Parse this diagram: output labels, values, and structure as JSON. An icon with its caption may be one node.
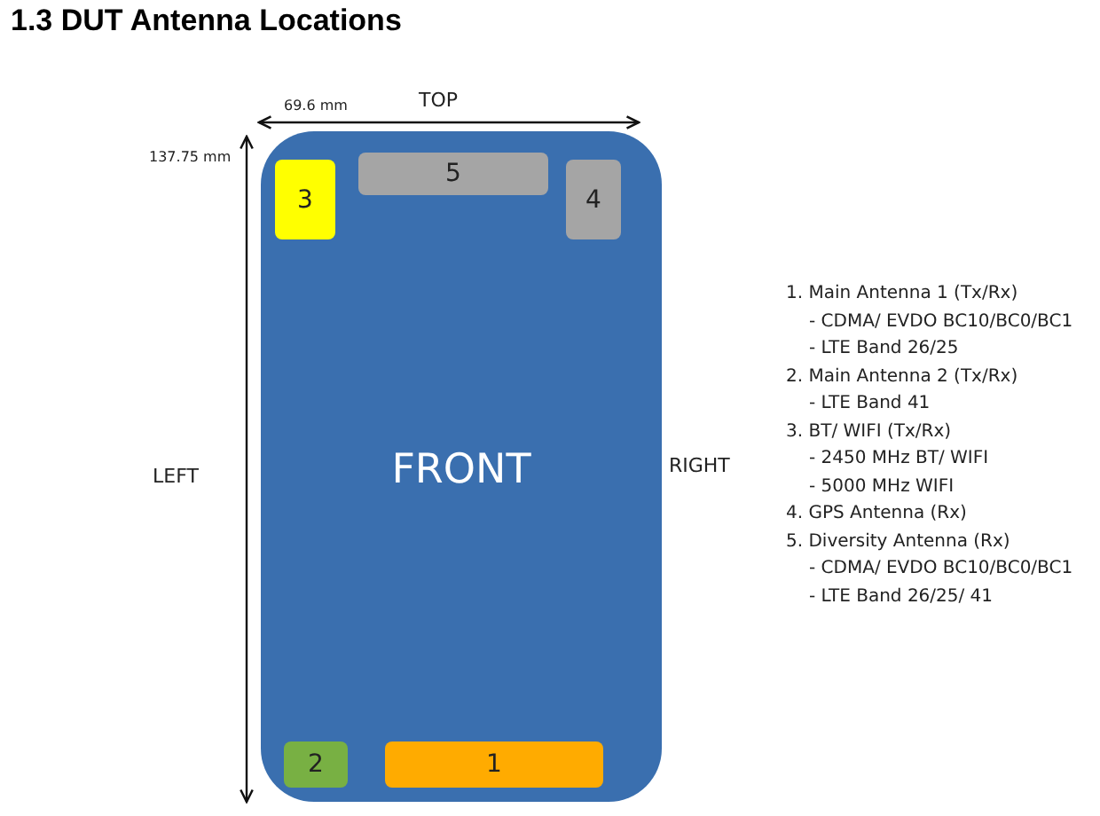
{
  "diagram": {
    "title": "1.3 DUT Antenna Locations",
    "nodes": [
      {
        "text": [
          "FRONT"
        ]
      },
      {
        "text": [
          "3"
        ],
        "in": 0
      },
      {
        "text": [
          "5"
        ],
        "in": 0
      },
      {
        "text": [
          "4"
        ],
        "in": 0
      },
      {
        "text": [
          "2"
        ],
        "in": 0
      },
      {
        "text": [
          "1"
        ],
        "in": 0
      }
    ],
    "edges": [],
    "labels": [
      "TOP",
      "69.6 mm",
      "137.75 mm",
      "LEFT",
      "RIGHT",
      "1. Main Antenna 1 (Tx/Rx)",
      "- CDMA/ EVDO BC10/BC0/BC1",
      "- LTE Band 26/25",
      "2. Main Antenna 2 (Tx/Rx)",
      "- LTE Band 41",
      "3. BT/ WIFI (Tx/Rx)",
      "- 2450 MHz BT/ WIFI",
      "- 5000 MHz WIFI",
      "4. GPS Antenna (Rx)",
      "5. Diversity Antenna (Rx)",
      "- CDMA/ EVDO BC10/BC0/BC1",
      "- LTE Band 26/25/ 41"
    ]
  }
}
